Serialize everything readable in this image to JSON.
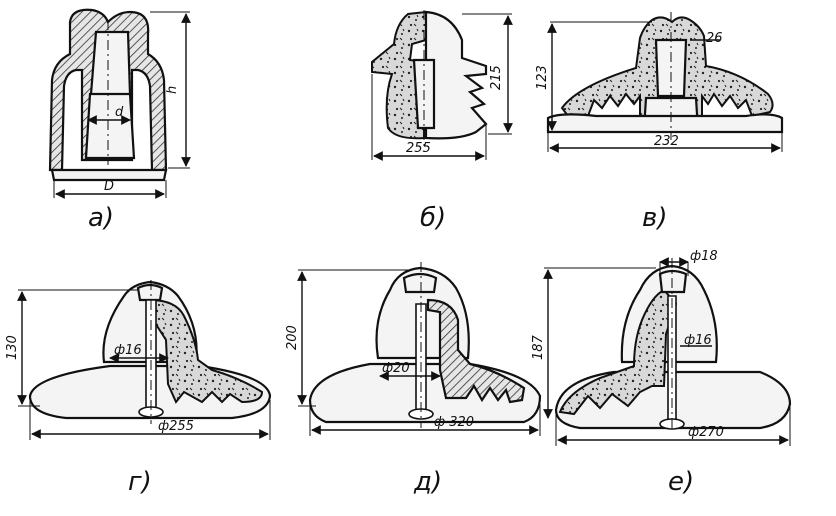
{
  "figure": {
    "panels": [
      {
        "caption": "а)",
        "dims": {
          "height": "h",
          "bore": "d",
          "width": "D"
        }
      },
      {
        "caption": "б)",
        "dims": {
          "height": "215",
          "width": "255"
        }
      },
      {
        "caption": "в)",
        "dims": {
          "height": "123",
          "width": "232",
          "top": "26"
        }
      },
      {
        "caption": "г)",
        "dims": {
          "height": "130",
          "pin": "ф16",
          "width": "ф255"
        }
      },
      {
        "caption": "д)",
        "dims": {
          "height": "200",
          "pin": "ф20",
          "width": "ф 320"
        }
      },
      {
        "caption": "е)",
        "dims": {
          "height": "187",
          "cap": "ф18",
          "pin": "ф16",
          "width": "ф270"
        }
      }
    ]
  }
}
